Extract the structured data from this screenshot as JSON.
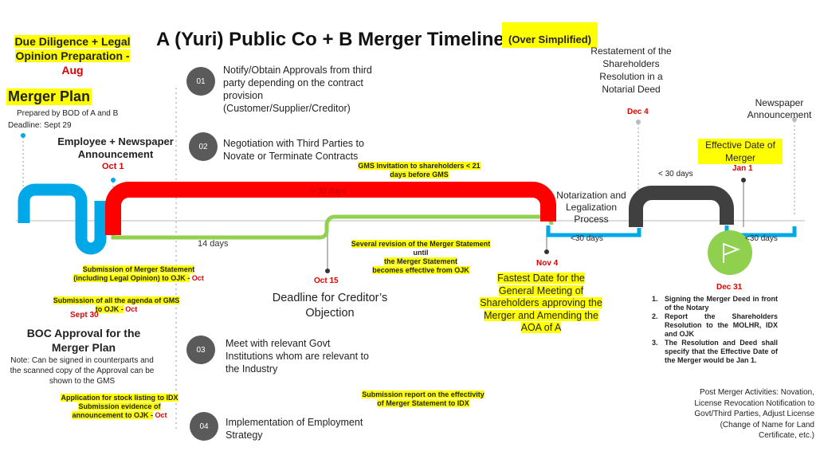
{
  "title": "A (Yuri) Public Co + B Merger Timeline",
  "title_note": "(Over Simplified)",
  "due_diligence": {
    "line1": "Due Diligence + Legal",
    "line2": "Opinion Preparation -",
    "month": "Aug"
  },
  "merger_plan": {
    "title": "Merger Plan",
    "prepared_by": "Prepared by BOD of A and B",
    "deadline": "Deadline: Sept 29"
  },
  "employee_announcement": {
    "label": "Employee + Newspaper Announcement",
    "date": "Oct 1"
  },
  "steps": [
    {
      "num": "01",
      "text": "Notify/Obtain Approvals from third party depending on the contract provision (Customer/Supplier/Creditor)"
    },
    {
      "num": "02",
      "text": "Negotiation with Third Parties to Novate or Terminate Contracts"
    },
    {
      "num": "03",
      "text": "Meet with relevant Govt Institutions whom are relevant to the Industry"
    },
    {
      "num": "04",
      "text": "Implementation of Employment Strategy"
    }
  ],
  "gms_invitation": {
    "line1": "GMS Invitation to shareholders < 21",
    "line2": "days before GMS"
  },
  "red_bar_label": "> 30 days",
  "green_bar_label": "14 days",
  "restatement": "Restatement of the Shareholders Resolution in a Notarial Deed",
  "dec4": "Dec 4",
  "newspaper": "Newspaper Announcement",
  "effective_date": {
    "label": "Effective Date of Merger",
    "date": "Jan 1"
  },
  "less30_top": "< 30 days",
  "notarization": "Notarization and Legalization Process",
  "less30_a": "<30 days",
  "less30_b": "<30 days",
  "submission_statement": {
    "line1": "Submission of Merger Statement",
    "line2": "(including Legal Opinion) to OJK -",
    "date": "Oct"
  },
  "submission_gms": {
    "line1": "Submission of  all the agenda of GMS",
    "line2": "to OJK -",
    "date": "Oct"
  },
  "sept30": "Sept 30",
  "boc": {
    "title": "BOC Approval for the Merger Plan",
    "note": "Note: Can be signed in counterparts and the scanned copy of the Approval can be shown to the GMS"
  },
  "several_revision": {
    "line1": "Several revision of the Merger Statement",
    "line2": "until",
    "line3": "the Merger Statement",
    "line4": "becomes effective from OJK"
  },
  "oct15": "Oct 15",
  "creditor": "Deadline for Creditor’s Objection",
  "nov4": "Nov 4",
  "fastest": "Fastest Date for the General Meeting of Shareholders approving the Merger and Amending the AOA of A",
  "dec31": "Dec 31",
  "post_steps": [
    "Signing the Merger Deed in front of the Notary",
    "Report the Shareholders Resolution to the MOLHR, IDX and OJK",
    "The Resolution and Deed shall specify that the Effective Date of the Merger would be Jan 1."
  ],
  "post_merger": "Post Merger Activities: Novation, License Revocation Notification to Govt/Third Parties, Adjust License (Change of Name for Land Certificate, etc.)",
  "application": {
    "line1": "Application for stock listing to IDX",
    "line2": "Submission evidence of",
    "line3": "announcement to OJK -",
    "date": "Oct"
  },
  "submission_report": {
    "line1": "Submission report on the effectivity",
    "line2": "of Merger Statement to IDX"
  },
  "colors": {
    "red": "#ff0000",
    "green": "#92d050",
    "blue": "#00a8e8",
    "dark": "#404040",
    "flag_green": "#8fd14f",
    "highlight": "#ffff00"
  }
}
